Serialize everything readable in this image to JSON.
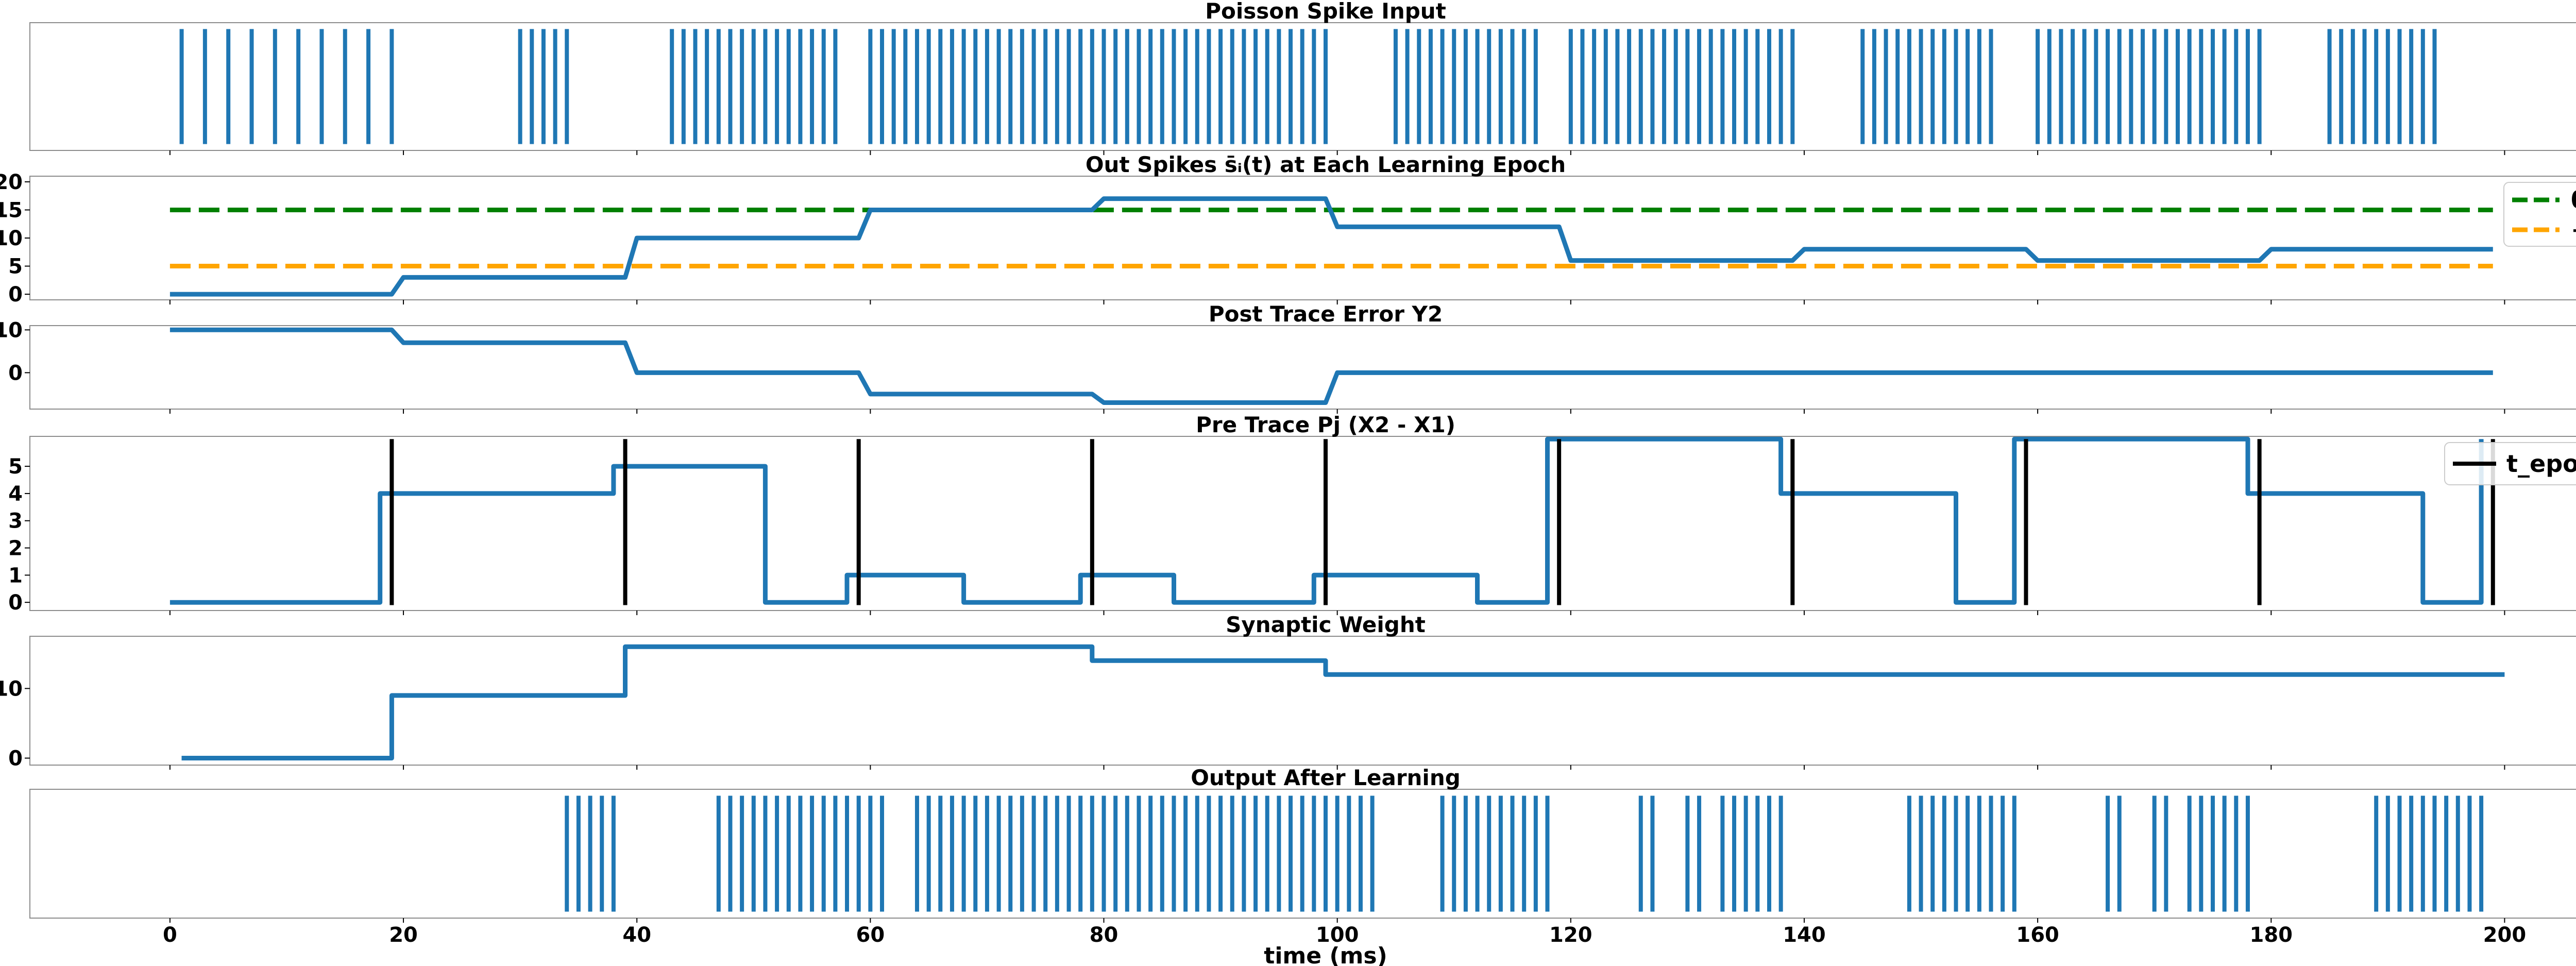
{
  "figure": {
    "xlabel": "time (ms)",
    "xticks": [
      0,
      20,
      40,
      60,
      80,
      100,
      120,
      140,
      160,
      180,
      200
    ],
    "xlim": [
      -12,
      210
    ]
  },
  "colors": {
    "series": "#1f77b4",
    "theta": "#008000",
    "neg_theta": "#ffa500",
    "epoch": "#000000"
  },
  "chart_data": [
    {
      "type": "spike_raster",
      "title": "Poisson Spike Input",
      "spikes": [
        1,
        3,
        5,
        7,
        9,
        11,
        13,
        15,
        17,
        19,
        30,
        31,
        32,
        33,
        34,
        43,
        44,
        45,
        46,
        47,
        48,
        49,
        50,
        51,
        52,
        53,
        54,
        55,
        56,
        57,
        60,
        61,
        62,
        63,
        64,
        65,
        66,
        67,
        68,
        69,
        70,
        71,
        72,
        73,
        74,
        75,
        76,
        77,
        78,
        79,
        80,
        81,
        82,
        83,
        84,
        85,
        86,
        87,
        88,
        89,
        90,
        91,
        92,
        93,
        94,
        95,
        96,
        97,
        98,
        99,
        105,
        106,
        107,
        108,
        109,
        110,
        111,
        112,
        113,
        114,
        115,
        116,
        117,
        120,
        121,
        122,
        123,
        124,
        125,
        126,
        127,
        128,
        129,
        130,
        131,
        132,
        133,
        134,
        135,
        136,
        137,
        138,
        139,
        145,
        146,
        147,
        148,
        149,
        150,
        151,
        152,
        153,
        154,
        155,
        156,
        160,
        161,
        162,
        163,
        164,
        165,
        166,
        167,
        168,
        169,
        170,
        171,
        172,
        173,
        174,
        175,
        176,
        177,
        178,
        179,
        185,
        186,
        187,
        188,
        189,
        190,
        191,
        192,
        193,
        194
      ],
      "spike_low": 0.05,
      "spike_high": 0.95
    },
    {
      "type": "line",
      "title": "Out Spikes $\\bar{s}_i(t)$ at Each Learning Epoch",
      "title_display": "Out Spikes s̄ᵢ(t) at Each Learning Epoch",
      "ylim": [
        -1,
        21
      ],
      "yticks": [
        0,
        5,
        10,
        15,
        20
      ],
      "series": [
        {
          "x": [
            0,
            19,
            20,
            39,
            40,
            59,
            60,
            79,
            80,
            99,
            100,
            119,
            120,
            139,
            140,
            159,
            160,
            179,
            180,
            199
          ],
          "y": [
            0,
            0,
            3,
            3,
            10,
            10,
            15,
            15,
            17,
            17,
            12,
            12,
            6,
            6,
            8,
            8,
            6,
            6,
            8,
            8
          ]
        }
      ],
      "hlines": [
        {
          "name": "θ",
          "y": 15,
          "x": [
            0,
            199
          ],
          "color_key": "theta"
        },
        {
          "name": "−θ",
          "y": 5,
          "x": [
            0,
            199
          ],
          "color_key": "neg_theta"
        }
      ],
      "legend": "top-right"
    },
    {
      "type": "line",
      "title": "Post Trace Error Y2",
      "ylim": [
        -8.5,
        11
      ],
      "yticks": [
        0,
        10
      ],
      "series": [
        {
          "x": [
            0,
            19,
            20,
            39,
            40,
            59,
            60,
            79,
            80,
            99,
            100,
            199
          ],
          "y": [
            10,
            10,
            7,
            7,
            0,
            0,
            -5,
            -5,
            -7,
            -7,
            0,
            0
          ]
        }
      ]
    },
    {
      "type": "line",
      "title": "Pre Trace Pj (X2 - X1)",
      "ylim": [
        -0.3,
        6.1
      ],
      "yticks": [
        0,
        1,
        2,
        3,
        4,
        5
      ],
      "series": [
        {
          "x": [
            0,
            18,
            18,
            38,
            38,
            51,
            51,
            58,
            58,
            68,
            68,
            78,
            78,
            86,
            86,
            98,
            98,
            112,
            112,
            118,
            118,
            138,
            138,
            153,
            153,
            158,
            158,
            178,
            178,
            193,
            193,
            198,
            198
          ],
          "y": [
            0,
            0,
            4,
            4,
            5,
            5,
            0,
            0,
            1,
            1,
            0,
            0,
            1,
            1,
            0,
            0,
            1,
            1,
            0,
            0,
            6,
            6,
            4,
            4,
            0,
            0,
            6,
            6,
            4,
            4,
            0,
            0,
            6
          ]
        }
      ],
      "vlines": {
        "name": "t_epoch",
        "x": [
          19,
          39,
          59,
          79,
          99,
          119,
          139,
          159,
          179,
          199
        ],
        "y": [
          -0.1,
          6
        ]
      },
      "legend": "top-right"
    },
    {
      "type": "line",
      "title": "Synaptic Weight",
      "ylim": [
        -1,
        17.5
      ],
      "yticks": [
        0,
        10
      ],
      "series": [
        {
          "x": [
            1,
            19,
            19,
            39,
            39,
            79,
            79,
            99,
            99,
            200
          ],
          "y": [
            0,
            0,
            9,
            9,
            16,
            16,
            14,
            14,
            12,
            12
          ]
        }
      ]
    },
    {
      "type": "spike_raster",
      "title": "Output After Learning",
      "spikes": [
        34,
        35,
        36,
        37,
        38,
        47,
        48,
        49,
        50,
        51,
        52,
        53,
        54,
        55,
        56,
        57,
        58,
        59,
        60,
        61,
        64,
        65,
        66,
        67,
        68,
        69,
        70,
        71,
        72,
        73,
        74,
        75,
        76,
        77,
        78,
        79,
        80,
        81,
        82,
        83,
        84,
        85,
        86,
        87,
        88,
        89,
        90,
        91,
        92,
        93,
        94,
        95,
        96,
        97,
        98,
        99,
        100,
        101,
        102,
        103,
        109,
        110,
        111,
        112,
        113,
        114,
        115,
        116,
        117,
        118,
        126,
        127,
        130,
        131,
        133,
        134,
        135,
        136,
        137,
        138,
        149,
        150,
        151,
        152,
        153,
        154,
        155,
        156,
        157,
        158,
        166,
        167,
        170,
        171,
        173,
        174,
        175,
        176,
        177,
        178,
        189,
        190,
        191,
        192,
        193,
        194,
        195,
        196,
        197,
        198
      ],
      "spike_low": 0.05,
      "spike_high": 0.95
    }
  ]
}
